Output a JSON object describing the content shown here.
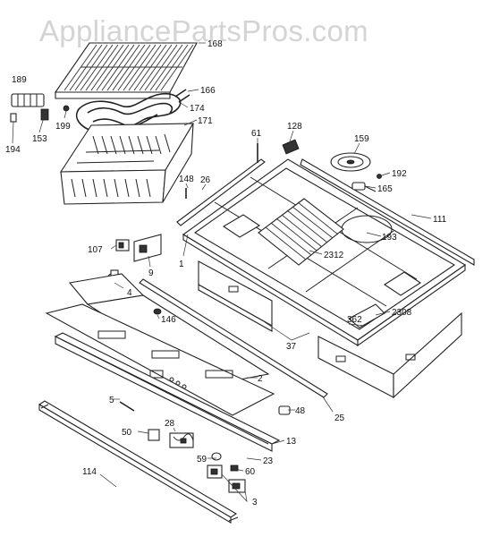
{
  "watermark": "AppliancePartsPros.com",
  "callouts": {
    "p168": "168",
    "p189": "189",
    "p166": "166",
    "p174": "174",
    "p171": "171",
    "p199": "199",
    "p153": "153",
    "p194": "194",
    "p61": "61",
    "p128": "128",
    "p159": "159",
    "p192": "192",
    "p165": "165",
    "p148": "148",
    "p26": "26",
    "p111": "111",
    "p193": "193",
    "p107": "107",
    "p9": "9",
    "p1": "1",
    "p2312": "2312",
    "p4": "4",
    "p2308": "2308",
    "p362": "362",
    "p146": "146",
    "p37": "37",
    "p2": "2",
    "p5": "5",
    "p48": "48",
    "p25": "25",
    "p50": "50",
    "p28": "28",
    "p13": "13",
    "p59": "59",
    "p23": "23",
    "p60": "60",
    "p114": "114",
    "p3": "3"
  }
}
